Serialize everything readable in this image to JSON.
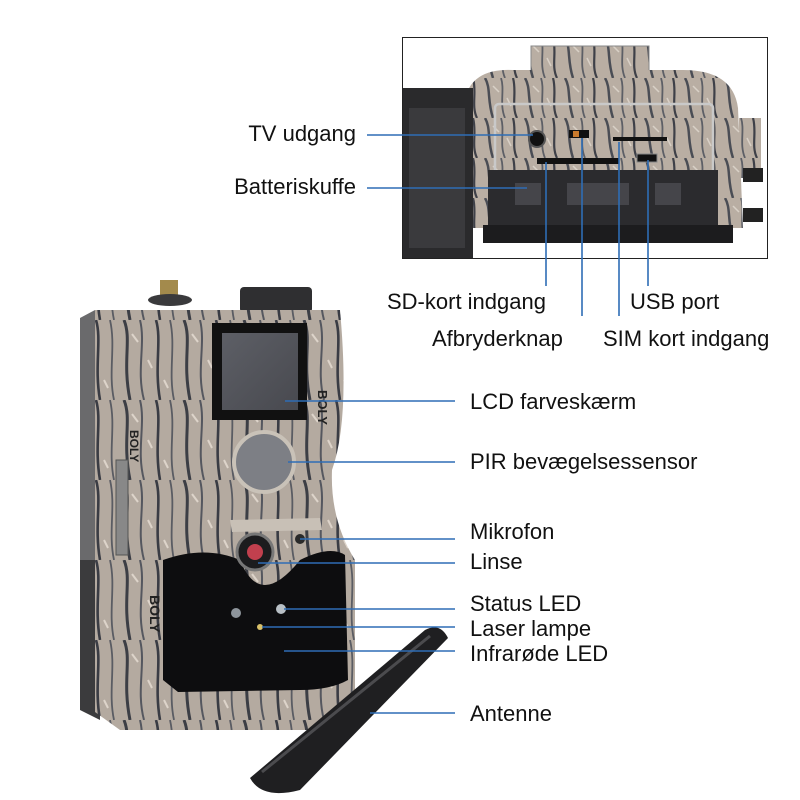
{
  "diagram": {
    "subject": "Trail camera (vildtkamera) component overview",
    "brand_marking": "BOLY",
    "callout_color": "#2e6db5",
    "inset": {
      "description": "Opened camera showing internal ports",
      "labels": {
        "tv_out": "TV udgang",
        "battery_tray": "Batteriskuffe",
        "sd_slot": "SD-kort indgang",
        "power_switch": "Afbryderknap",
        "usb_port": "USB port",
        "sim_slot": "SIM kort indgang"
      }
    },
    "front": {
      "labels": {
        "lcd": "LCD farveskærm",
        "pir": "PIR bevægelsessensor",
        "microphone": "Mikrofon",
        "lens": "Linse",
        "status_led": "Status LED",
        "laser": "Laser lampe",
        "ir_led": "Infrarøde LED",
        "antenna": "Antenne"
      }
    }
  }
}
